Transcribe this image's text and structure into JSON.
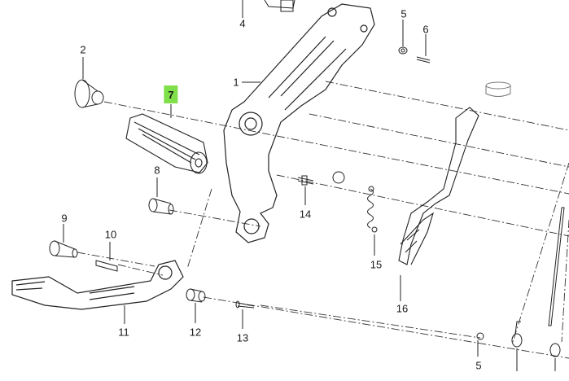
{
  "diagram": {
    "highlight_color": "#7fe04a",
    "callouts": [
      {
        "id": "c4",
        "text": "4"
      },
      {
        "id": "c5a",
        "text": "5"
      },
      {
        "id": "c6",
        "text": "6"
      },
      {
        "id": "c2",
        "text": "2"
      },
      {
        "id": "c1",
        "text": "1"
      },
      {
        "id": "c7",
        "text": "7",
        "highlighted": true
      },
      {
        "id": "c8",
        "text": "8"
      },
      {
        "id": "c9",
        "text": "9"
      },
      {
        "id": "c10",
        "text": "10"
      },
      {
        "id": "c11",
        "text": "11"
      },
      {
        "id": "c12",
        "text": "12"
      },
      {
        "id": "c13",
        "text": "13"
      },
      {
        "id": "c14",
        "text": "14"
      },
      {
        "id": "c15",
        "text": "15"
      },
      {
        "id": "c16",
        "text": "16"
      },
      {
        "id": "c5b",
        "text": "5"
      }
    ]
  }
}
